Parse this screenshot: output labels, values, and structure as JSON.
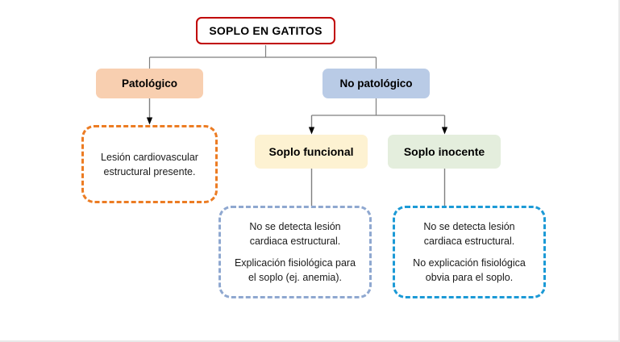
{
  "diagram": {
    "title": "SOPLO EN GATITOS",
    "root": {
      "label": "SOPLO EN GATITOS",
      "border_color": "#c00000",
      "fill_color": "#ffffff"
    },
    "branches": [
      {
        "label": "Patológico",
        "fill_color": "#f8cfb0",
        "detail": {
          "border_color": "#ec7c23",
          "paragraphs": [
            [
              "Lesión cardiovascular",
              "estructural presente."
            ]
          ]
        }
      },
      {
        "label": "No patológico",
        "fill_color": "#b9cbe6",
        "children": [
          {
            "label": "Soplo funcional",
            "fill_color": "#fdf2d2",
            "detail": {
              "border_color": "#8fa8d0",
              "paragraphs": [
                [
                  "No se detecta lesión",
                  "cardiaca estructural."
                ],
                [
                  "Explicación fisiológica para",
                  "el soplo (ej. anemia)."
                ]
              ]
            }
          },
          {
            "label": "Soplo inocente",
            "fill_color": "#e4eedd",
            "detail": {
              "border_color": "#1c9ad6",
              "paragraphs": [
                [
                  "No se detecta lesión",
                  "cardiaca estructural."
                ],
                [
                  "No explicación fisiológica",
                  "obvia para el soplo."
                ]
              ]
            }
          }
        ]
      }
    ],
    "connector_color": "#7f7f7f",
    "arrow_color": "#000000"
  }
}
